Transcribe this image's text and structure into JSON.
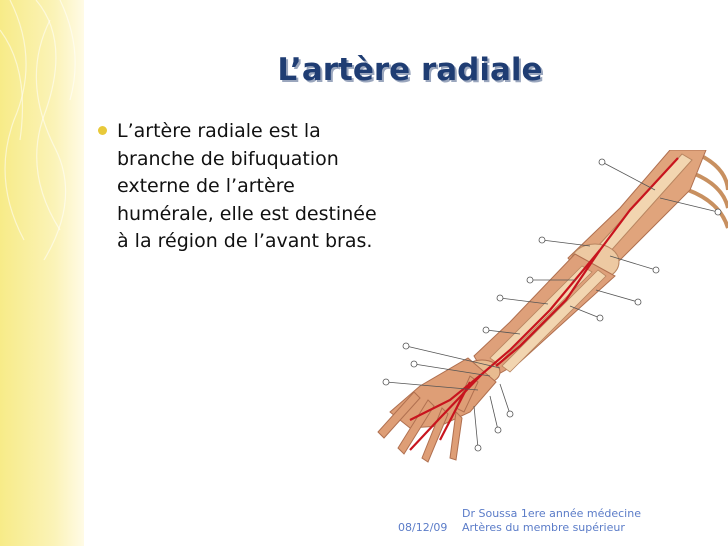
{
  "slide": {
    "title": "L’artère radiale",
    "bullet": "L’artère radiale est la branche de bifuquation externe de l’artère humérale, elle est destinée à la région de l’avant bras."
  },
  "footer": {
    "date": "08/12/09",
    "author_line1": "Dr Soussa  1ere année médecine",
    "author_line2": "Artères du membre supérieur"
  },
  "colors": {
    "title": "#1f3d73",
    "bullet": "#e8c93a",
    "footer": "#5b7cc8",
    "sidebar": "#f7eb88",
    "artery": "#c8141e",
    "bone": "#dca37a"
  },
  "illustration": {
    "subject": "arm-arteries-anatomy"
  }
}
